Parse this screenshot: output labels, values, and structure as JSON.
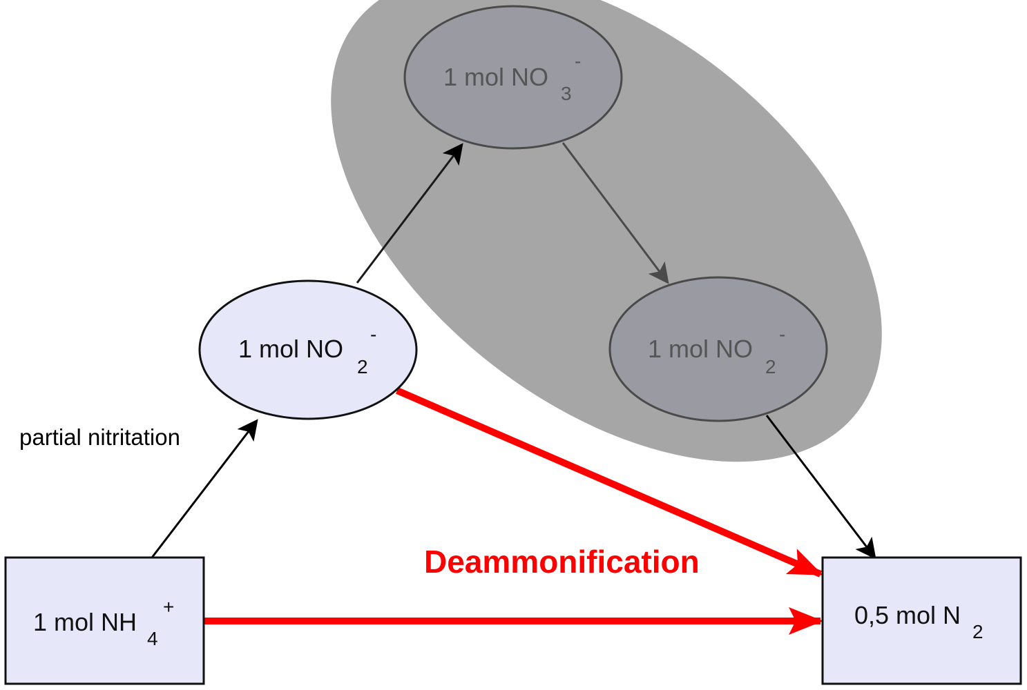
{
  "colors": {
    "node_fill": "#e6e8fa",
    "node_stroke": "#111111",
    "faded_fill": "#9a9aa2",
    "faded_stroke": "#4a4a4a",
    "faded_text": "#555555",
    "group_fill": "#a6a6a6",
    "highlight": "#ff0000",
    "arrow": "#000000",
    "faded_arrow": "#4a4a4a"
  },
  "nodes": {
    "ammonium": {
      "prefix": "1 mol NH",
      "sub": "4",
      "sup": "+"
    },
    "nitrite_main": {
      "prefix": "1 mol NO",
      "sub": "2",
      "sup": "-"
    },
    "nitrate": {
      "prefix": "1 mol NO",
      "sub": "3",
      "sup": "-"
    },
    "nitrite_den": {
      "prefix": "1 mol NO",
      "sub": "2",
      "sup": "-"
    },
    "nitrogen": {
      "prefix": "0,5 mol N",
      "sub": "2"
    }
  },
  "labels": {
    "partial_nitritation": "partial nitritation",
    "deammonification": "Deammonification"
  }
}
